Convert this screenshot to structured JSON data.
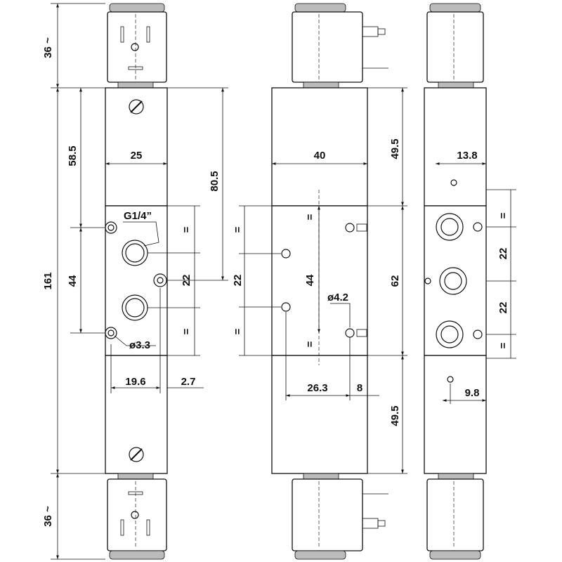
{
  "dimensions": {
    "coil_length": "36 ~",
    "overall_length": "161",
    "upper_to_ports": "58.5",
    "port_span": "44",
    "body_width_front": "25",
    "to_center_port": "80.5",
    "thread": "G1/4”",
    "port_pitch": "22",
    "mount_hole_front": "ø3.3",
    "hole_offset": "19.6",
    "edge_offset": "2.7",
    "body_width_side": "40",
    "end_length": "49.5",
    "mid_span_side": "62",
    "hole_span_side": "44",
    "mount_hole_side": "ø4.2",
    "side_offset": "26.3",
    "side_edge": "8",
    "right_offset_top": "13.8",
    "right_offset_bottom": "9.8",
    "equal_mark": "="
  }
}
